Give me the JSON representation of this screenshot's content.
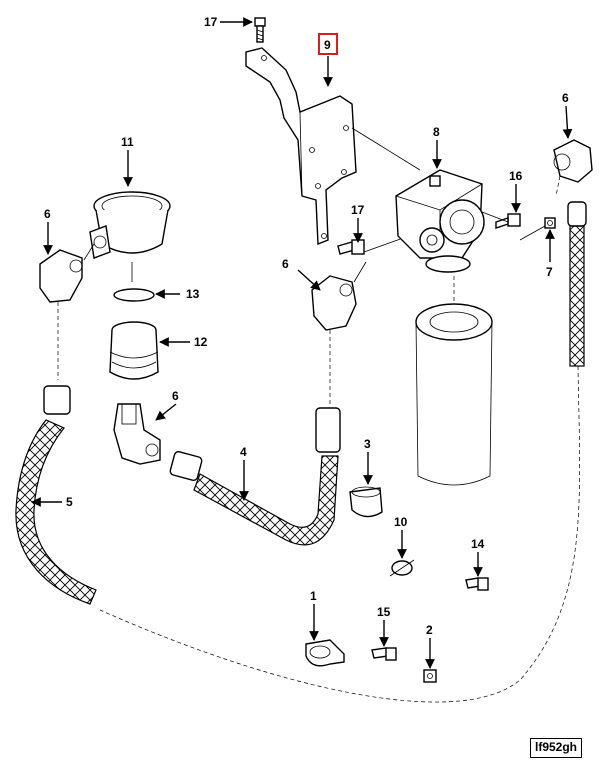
{
  "callouts": {
    "c17a": "17",
    "c9": "9",
    "c6a": "6",
    "c8": "8",
    "c11": "11",
    "c6b": "6",
    "c17b": "17",
    "c16": "16",
    "c7": "7",
    "c6c": "6",
    "c13": "13",
    "c12": "12",
    "c6d": "6",
    "c4": "4",
    "c3": "3",
    "c5": "5",
    "c10": "10",
    "c14": "14",
    "c1": "1",
    "c15": "15",
    "c2": "2"
  },
  "highlighted_callout": "9",
  "highlight_color": "#d42020",
  "reference_code": "lf952gh"
}
